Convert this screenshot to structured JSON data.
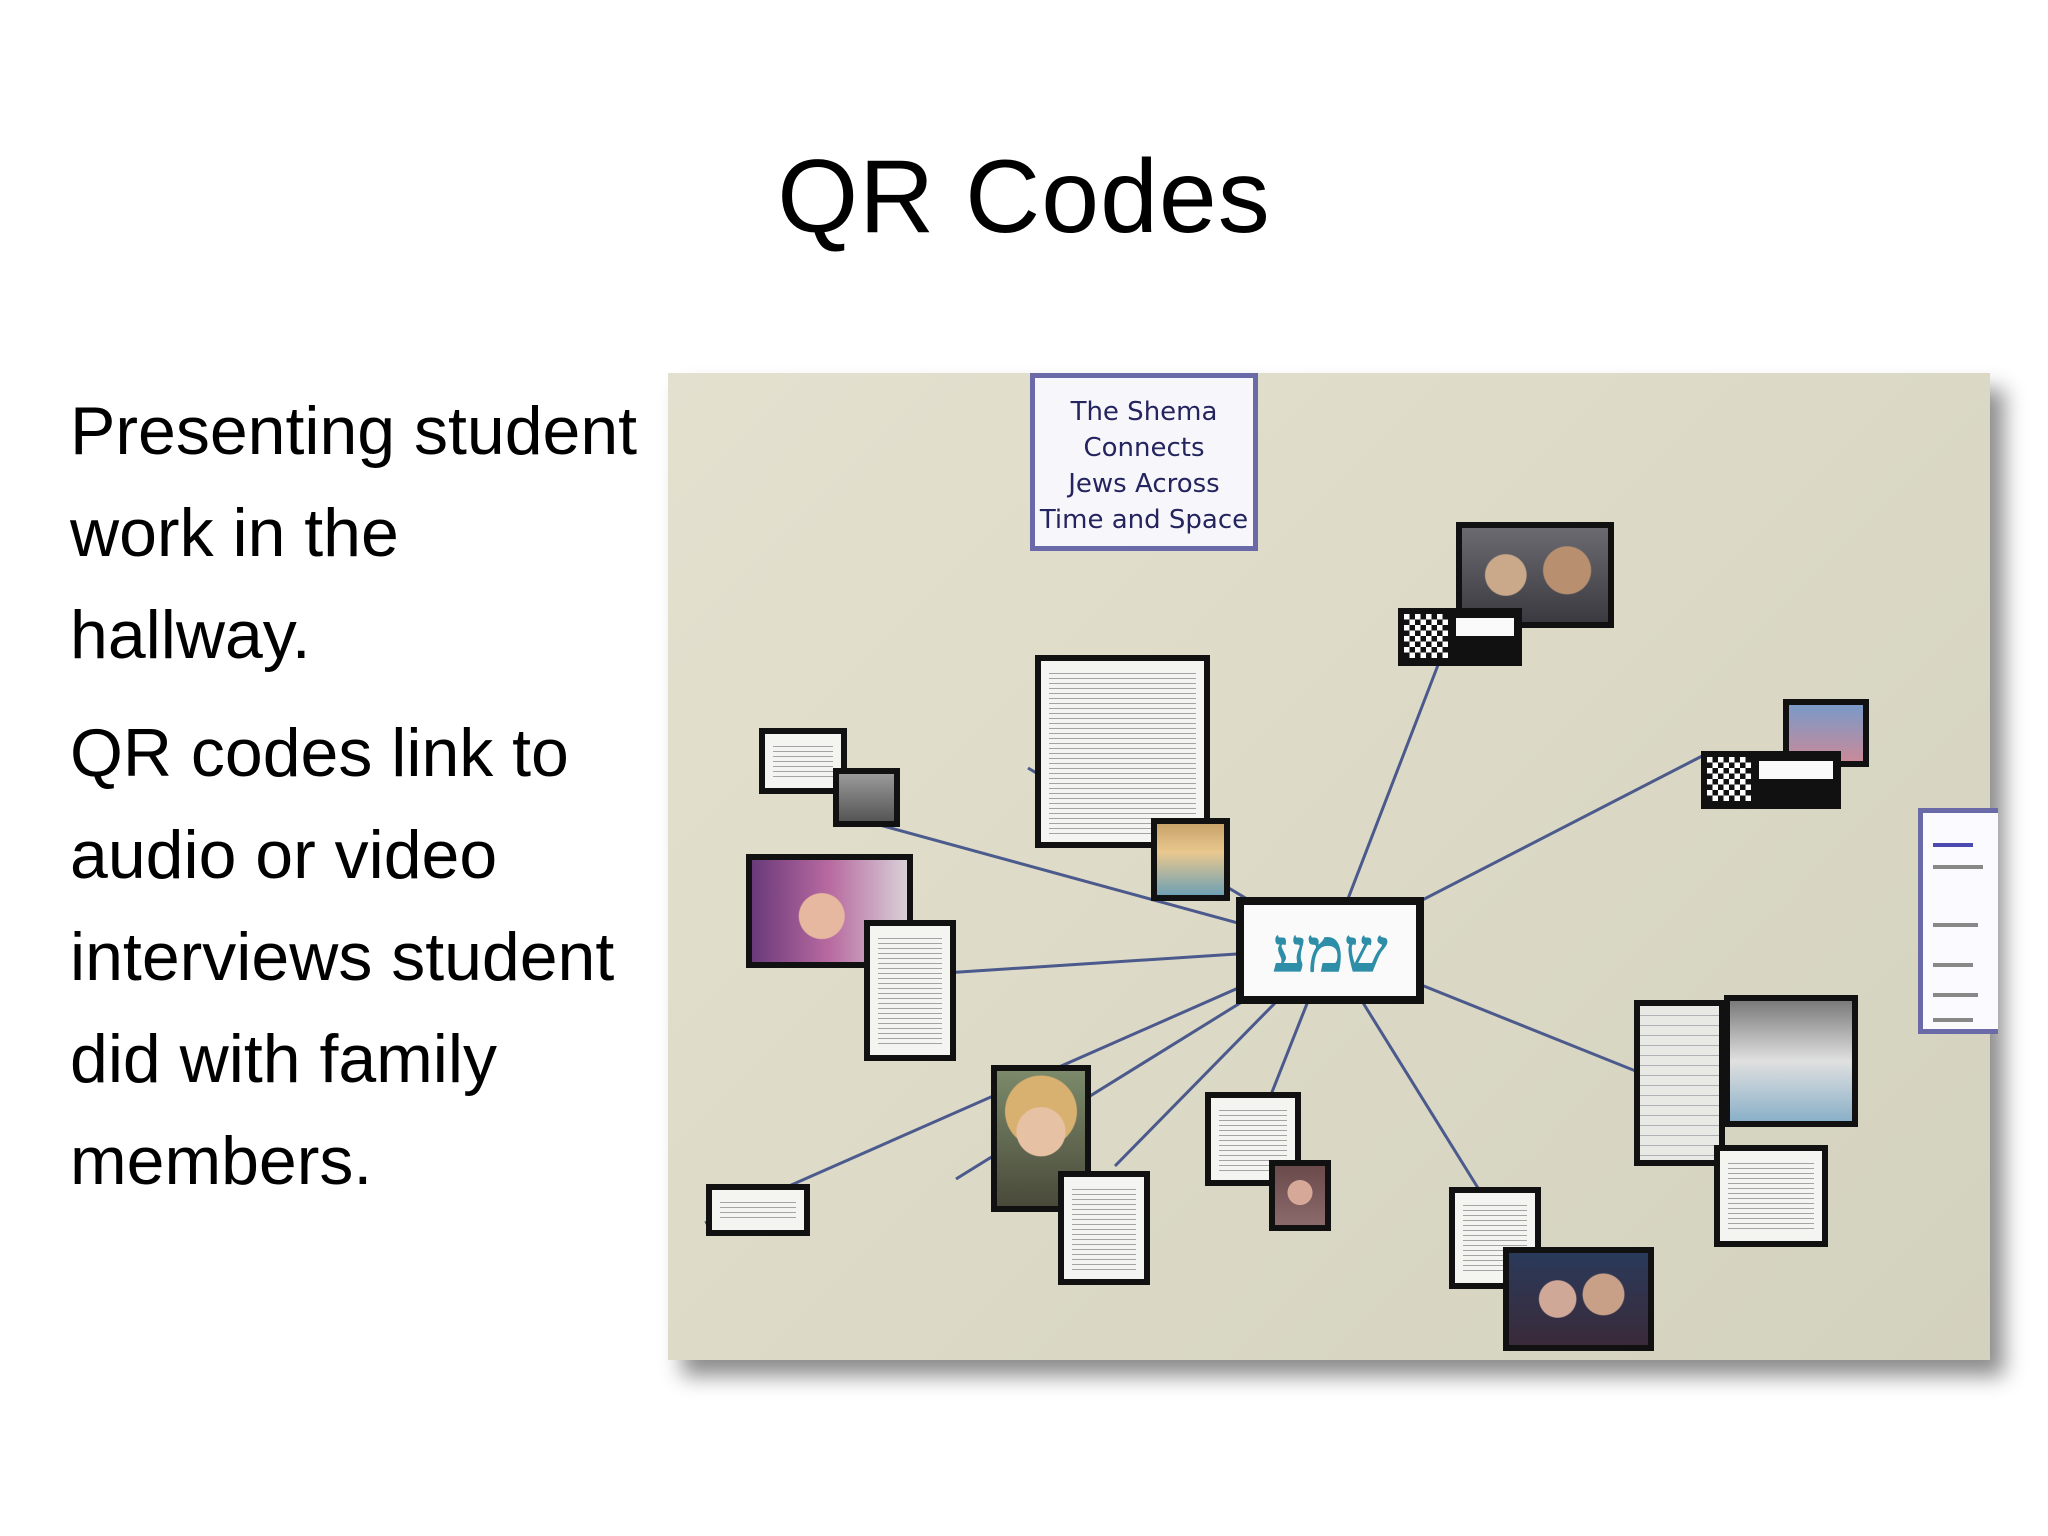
{
  "slide": {
    "title": "QR Codes",
    "bullets": [
      "Presenting student work in the hallway.",
      "QR codes link to audio or video interviews student did with family members."
    ]
  },
  "photo": {
    "poster_title": [
      "The Shema",
      "Connects",
      "Jews Across",
      "Time and Space"
    ],
    "center_word": "שמע"
  }
}
